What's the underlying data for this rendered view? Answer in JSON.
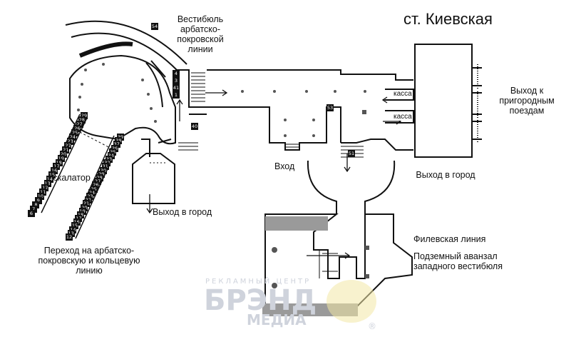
{
  "title": "ст. Киевская",
  "labels": {
    "vestibule_arbatsko": "Вестибюль\nарбатско-\nпокровской\nлинии",
    "exit_suburban": "Выход к\nпригородным\nпоездам",
    "exit_city_right": "Выход в город",
    "exit_city_left": "Выход в город",
    "entrance": "Вход",
    "escalator": "эскалатор",
    "transfer": "Переход на арбатско-\nпокровскую и кольцевую\nлинию",
    "filevskaya": "Филевская линия",
    "underground_hall": "Подземный аванзал\nзападного вестибюля",
    "kassa_top": "касса",
    "kassa_bottom": "касса"
  },
  "numbers": {
    "n54": "54",
    "n4": "4",
    "n3": "3",
    "n41": "41",
    "n1": "1",
    "n40": "40",
    "n53": "53",
    "n51": "51",
    "left_escalator": [
      "29",
      "28",
      "27",
      "26",
      "25",
      "24",
      "23",
      "22",
      "21",
      "20",
      "19",
      "18",
      "17",
      "16",
      "15",
      "14",
      "13",
      "12",
      "11",
      "10",
      "9",
      "8",
      "7",
      "6"
    ],
    "right_escalator": [
      "39",
      "38",
      "37",
      "36",
      "35",
      "34",
      "33",
      "32",
      "31",
      "30",
      "29",
      "28",
      "27",
      "26",
      "25",
      "24",
      "23",
      "22",
      "21",
      "20",
      "19",
      "18",
      "17",
      "16",
      "15",
      "14",
      "13",
      "12"
    ]
  },
  "watermark": {
    "line1": "РЕКЛАМНЫЙ ЦЕНТР",
    "line2": "БРЭНД",
    "line3": "МЕДИА",
    "mark": "®"
  },
  "colors": {
    "ink": "#111111",
    "wall_gray": "#9a9a9a",
    "watermark_blue": "#cfd3dc",
    "watermark_yellow": "#f3e7a6"
  }
}
